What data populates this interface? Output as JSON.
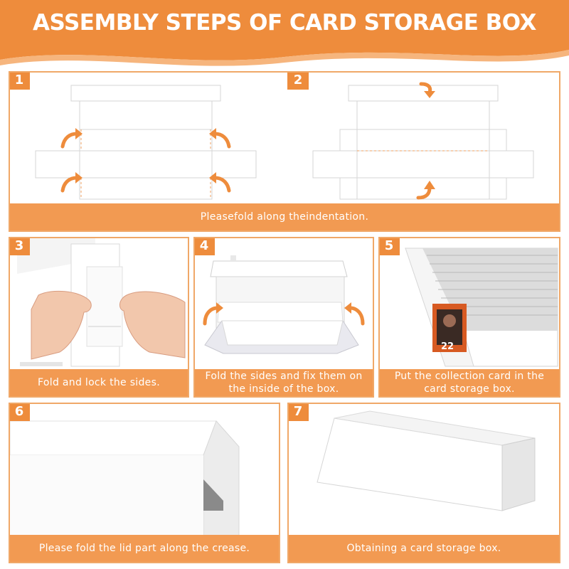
{
  "title": "ASSEMBLY STEPS OF CARD STORAGE BOX",
  "colors": {
    "accent": "#ee8c3c",
    "caption_bg": "#f29a52",
    "border": "#f0a868",
    "text_on_accent": "#ffffff"
  },
  "steps": [
    {
      "number": "1",
      "caption": "Pleasefold along theindentation."
    },
    {
      "number": "2",
      "caption": ""
    },
    {
      "number": "3",
      "caption": "Fold and lock the sides."
    },
    {
      "number": "4",
      "caption": "Fold the sides and fix them on the inside of the box."
    },
    {
      "number": "5",
      "caption": "Put the collection card in the card storage box."
    },
    {
      "number": "6",
      "caption": "Please fold the lid part along the crease."
    },
    {
      "number": "7",
      "caption": "Obtaining a card storage box."
    }
  ],
  "card_numbers": "22",
  "icons": {
    "fold": "curved-arrow-icon"
  }
}
